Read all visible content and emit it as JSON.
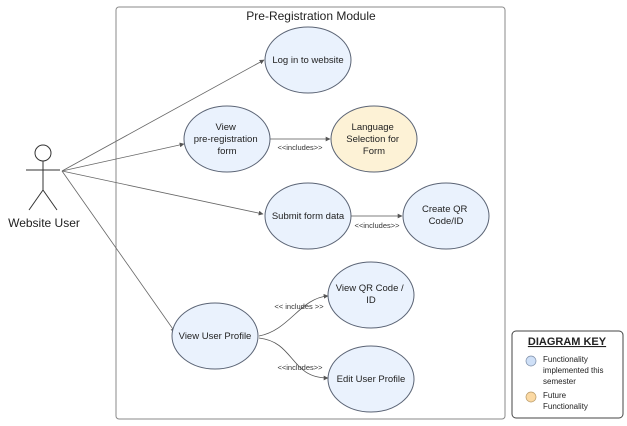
{
  "system": {
    "title": "Pre-Registration Module"
  },
  "actor": {
    "label": "Website User"
  },
  "use_cases": {
    "login": {
      "lines": [
        "Log in to website"
      ],
      "status": "implemented"
    },
    "view_form": {
      "lines": [
        "View",
        "pre-registration",
        "form"
      ],
      "status": "implemented"
    },
    "language": {
      "lines": [
        "Language",
        "Selection for",
        "Form"
      ],
      "status": "future"
    },
    "submit": {
      "lines": [
        "Submit form data"
      ],
      "status": "implemented"
    },
    "create_qr": {
      "lines": [
        "Create QR",
        "Code/ID"
      ],
      "status": "implemented"
    },
    "view_profile": {
      "lines": [
        "View User Profile"
      ],
      "status": "implemented"
    },
    "view_qr": {
      "lines": [
        "View QR Code /",
        "ID"
      ],
      "status": "implemented"
    },
    "edit_profile": {
      "lines": [
        "Edit User Profile"
      ],
      "status": "implemented"
    }
  },
  "relations": {
    "includes_language": "<<includes>>",
    "includes_create_qr": "<<includes>>",
    "includes_view_qr": "<< includes >>",
    "includes_edit_profile": "<<includes>>"
  },
  "key": {
    "title": "DIAGRAM KEY",
    "implemented_lines": [
      "Functionality",
      "implemented this",
      "semester"
    ],
    "future_lines": [
      "Future",
      "Functionality"
    ]
  },
  "colors": {
    "implemented_fill": "#eaf2fd",
    "future_fill": "#fdf2d6",
    "stroke": "#5b6475",
    "key_implemented": "#cfe0f7",
    "key_future": "#fbd9a3"
  }
}
